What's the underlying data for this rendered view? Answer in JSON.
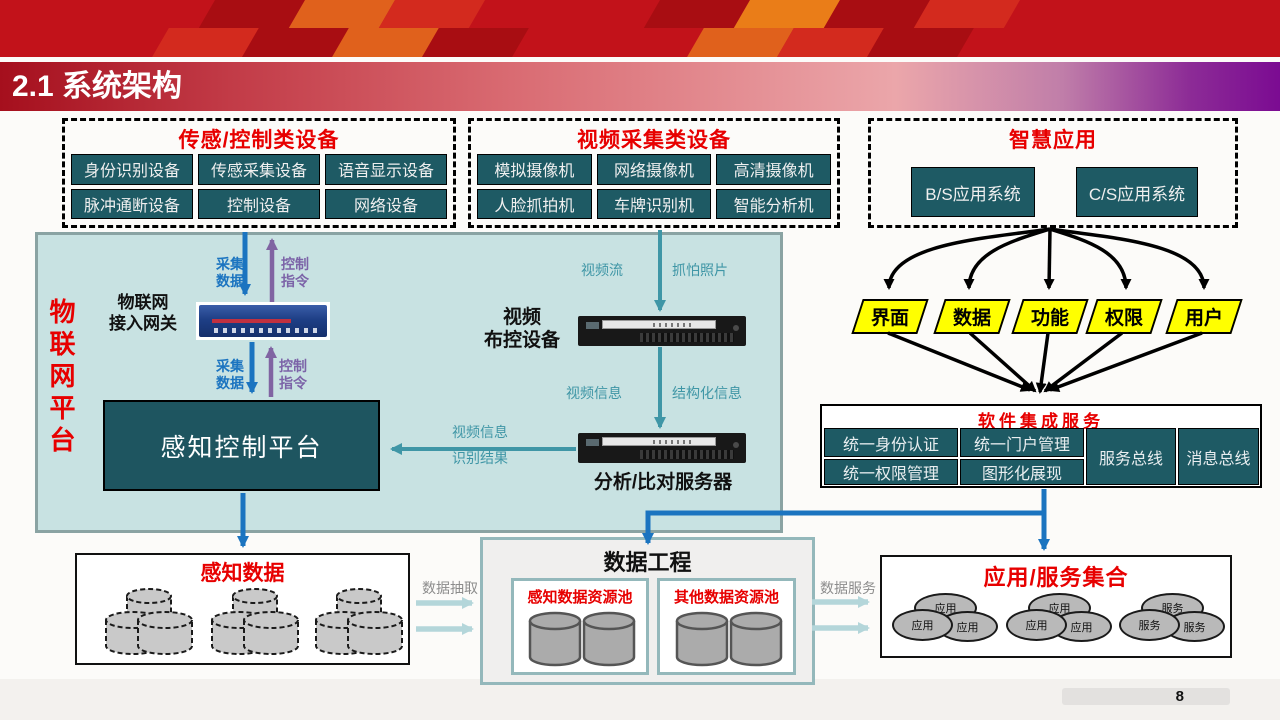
{
  "slide": {
    "title": "2.1 系统架构",
    "page_number": "8"
  },
  "device_boxes": {
    "sensor": {
      "title": "传感/控制类设备",
      "items": [
        "身份识别设备",
        "传感采集设备",
        "语音显示设备",
        "脉冲通断设备",
        "控制设备",
        "网络设备"
      ]
    },
    "video": {
      "title": "视频采集类设备",
      "items": [
        "模拟摄像机",
        "网络摄像机",
        "高清摄像机",
        "人脸抓拍机",
        "车牌识别机",
        "智能分析机"
      ]
    },
    "smart_app": {
      "title": "智慧应用",
      "items": [
        "B/S应用系统",
        "C/S应用系统"
      ]
    }
  },
  "iot_platform": {
    "label": "物联网平台",
    "gateway_label": "物联网\n接入网关",
    "perception_platform": "感知控制平台",
    "video_control_label": "视频\n布控设备",
    "analysis_server_label": "分析/比对服务器"
  },
  "arrow_labels": {
    "collect_data": "采集\n数据",
    "control_cmd": "控制\n指令",
    "video_stream": "视频流",
    "capture_photo": "抓怕照片",
    "video_info": "视频信息",
    "structured_info": "结构化信息",
    "video_info_2": "视频信息",
    "recognition_result": "识别结果",
    "data_extract": "数据抽取",
    "data_service": "数据服务"
  },
  "parallelograms": [
    "界面",
    "数据",
    "功能",
    "权限",
    "用户"
  ],
  "integration": {
    "title": "软件集成服务",
    "cells": [
      "统一身份认证",
      "统一门户管理",
      "统一权限管理",
      "图形化展现",
      "服务总线",
      "消息总线"
    ]
  },
  "bottom": {
    "perception_data": {
      "title": "感知数据"
    },
    "data_engineering": {
      "title": "数据工程",
      "pools": [
        "感知数据资源池",
        "其他数据资源池"
      ]
    },
    "app_service": {
      "title": "应用/服务集合",
      "app_label": "应用",
      "service_label": "服务"
    }
  },
  "colors": {
    "accent_red": "#e70000",
    "teal_box": "#1e5a64",
    "platform_bg": "#c8e2e2",
    "parallelogram_yellow": "#ffff00",
    "arrow_blue": "#1b74c0",
    "arrow_purple": "#8064a2",
    "arrow_teal": "#3f96a6",
    "arrow_light_teal": "#b4d6da",
    "title_bar_left": "#a50f1d",
    "title_bar_right": "#7b0b92",
    "banner_red": "#c2121a"
  }
}
